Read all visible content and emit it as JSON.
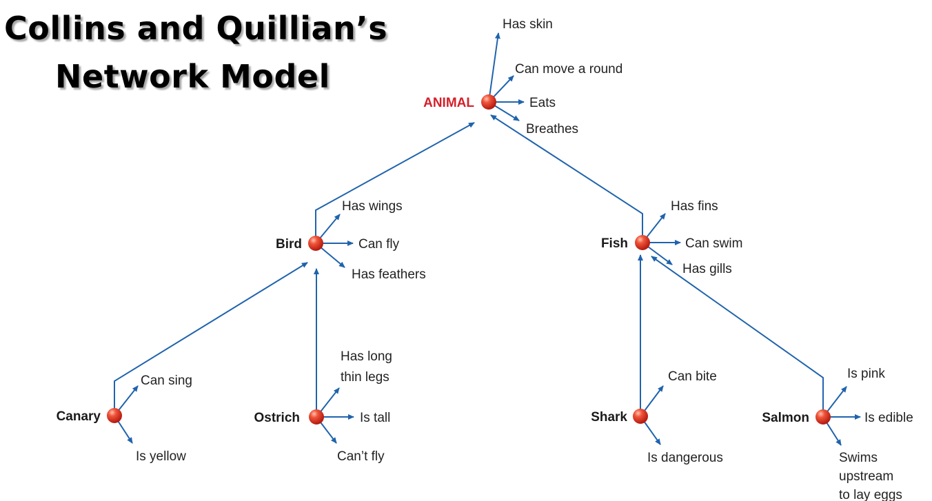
{
  "title": {
    "line1": "Collins and Quillian’s",
    "line2": "Network Model"
  },
  "colors": {
    "edge": "#1f63ad",
    "root_label": "#d4202a",
    "node_fill": "#e2432d",
    "node_highlight": "#ffb5a3"
  },
  "nodes": {
    "animal": {
      "label": "ANIMAL",
      "properties": [
        "Has skin",
        "Can move a round",
        "Eats",
        "Breathes"
      ]
    },
    "bird": {
      "label": "Bird",
      "properties": [
        "Has wings",
        "Can fly",
        "Has feathers"
      ]
    },
    "fish": {
      "label": "Fish",
      "properties": [
        "Has fins",
        "Can swim",
        "Has gills"
      ]
    },
    "canary": {
      "label": "Canary",
      "properties": [
        "Can sing",
        "Is yellow"
      ]
    },
    "ostrich": {
      "label": "Ostrich",
      "properties": [
        "Has long",
        "thin legs",
        "Is tall",
        "Can’t fly"
      ]
    },
    "shark": {
      "label": "Shark",
      "properties": [
        "Can bite",
        "Is dangerous"
      ]
    },
    "salmon": {
      "label": "Salmon",
      "properties": [
        "Is pink",
        "Is edible",
        "Swims",
        "upstream",
        "to lay eggs"
      ]
    }
  }
}
